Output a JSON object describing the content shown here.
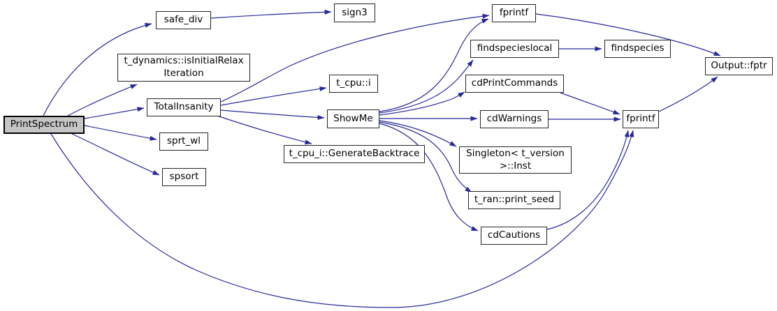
{
  "colors": {
    "edge": "#28289b",
    "node_border": "#242424",
    "node_fill": "#ffffff",
    "highlight_fill": "#c5c5c5",
    "text": "#000000",
    "background": "#ffffff"
  },
  "nodes": [
    {
      "id": "PrintSpectrum",
      "label": "PrintSpectrum",
      "highlighted": true
    },
    {
      "id": "safe_div",
      "label": "safe_div"
    },
    {
      "id": "sign3",
      "label": "sign3"
    },
    {
      "id": "t_dynamics_isInitialRelaxIteration",
      "label": "t_dynamics::isInitialRelax\nIteration"
    },
    {
      "id": "TotalInsanity",
      "label": "TotalInsanity"
    },
    {
      "id": "sprt_wl",
      "label": "sprt_wl"
    },
    {
      "id": "spsort",
      "label": "spsort"
    },
    {
      "id": "t_cpu_i",
      "label": "t_cpu::i"
    },
    {
      "id": "ShowMe",
      "label": "ShowMe"
    },
    {
      "id": "t_cpu_i_GenerateBacktrace",
      "label": "t_cpu_i::GenerateBacktrace"
    },
    {
      "id": "fprintf_1",
      "label": "fprintf"
    },
    {
      "id": "findspecieslocal",
      "label": "findspecieslocal"
    },
    {
      "id": "findspecies",
      "label": "findspecies"
    },
    {
      "id": "cdPrintCommands",
      "label": "cdPrintCommands"
    },
    {
      "id": "cdWarnings",
      "label": "cdWarnings"
    },
    {
      "id": "fprintf_2",
      "label": "fprintf"
    },
    {
      "id": "Singleton_t_version_Inst",
      "label": "Singleton< t_version\n>::Inst"
    },
    {
      "id": "t_ran_print_seed",
      "label": "t_ran::print_seed"
    },
    {
      "id": "cdCautions",
      "label": "cdCautions"
    },
    {
      "id": "Output_fptr",
      "label": "Output::fptr"
    }
  ],
  "edges": [
    {
      "from": "PrintSpectrum",
      "to": "safe_div"
    },
    {
      "from": "PrintSpectrum",
      "to": "t_dynamics_isInitialRelaxIteration"
    },
    {
      "from": "PrintSpectrum",
      "to": "TotalInsanity"
    },
    {
      "from": "PrintSpectrum",
      "to": "sprt_wl"
    },
    {
      "from": "PrintSpectrum",
      "to": "spsort"
    },
    {
      "from": "PrintSpectrum",
      "to": "fprintf_2"
    },
    {
      "from": "safe_div",
      "to": "sign3"
    },
    {
      "from": "TotalInsanity",
      "to": "fprintf_1"
    },
    {
      "from": "TotalInsanity",
      "to": "t_cpu_i"
    },
    {
      "from": "TotalInsanity",
      "to": "ShowMe"
    },
    {
      "from": "TotalInsanity",
      "to": "t_cpu_i_GenerateBacktrace"
    },
    {
      "from": "ShowMe",
      "to": "fprintf_1"
    },
    {
      "from": "ShowMe",
      "to": "findspecieslocal"
    },
    {
      "from": "ShowMe",
      "to": "cdPrintCommands"
    },
    {
      "from": "ShowMe",
      "to": "cdWarnings"
    },
    {
      "from": "ShowMe",
      "to": "Singleton_t_version_Inst"
    },
    {
      "from": "ShowMe",
      "to": "t_ran_print_seed"
    },
    {
      "from": "ShowMe",
      "to": "cdCautions"
    },
    {
      "from": "findspecieslocal",
      "to": "findspecies"
    },
    {
      "from": "fprintf_1",
      "to": "Output_fptr"
    },
    {
      "from": "cdPrintCommands",
      "to": "fprintf_2"
    },
    {
      "from": "cdWarnings",
      "to": "fprintf_2"
    },
    {
      "from": "cdCautions",
      "to": "fprintf_2"
    },
    {
      "from": "fprintf_2",
      "to": "Output_fptr"
    }
  ]
}
